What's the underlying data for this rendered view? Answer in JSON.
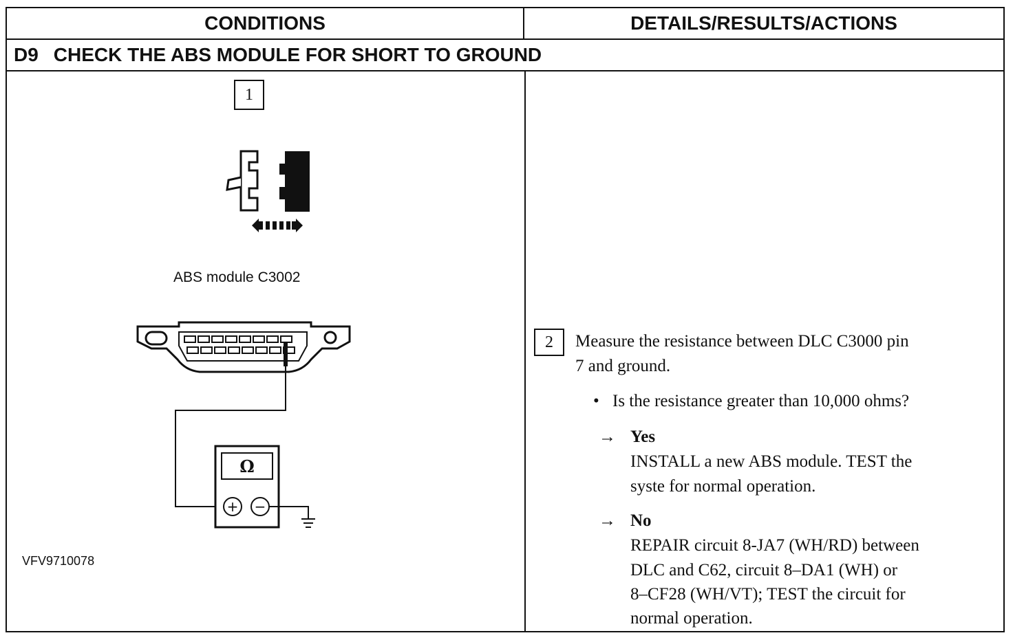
{
  "header": {
    "conditions": "CONDITIONS",
    "details": "DETAILS/RESULTS/ACTIONS"
  },
  "section": {
    "code": "D9",
    "title": "CHECK THE ABS MODULE FOR SHORT TO GROUND"
  },
  "step1": {
    "number": "1",
    "connector_caption": "ABS module C3002"
  },
  "step2": {
    "number": "2",
    "instruction_line1": "Measure the resistance between DLC C3000 pin",
    "instruction_line2": "7 and ground.",
    "question": "Is the resistance greater than 10,000 ohms?",
    "yes": {
      "label": "Yes",
      "line1": "INSTALL a new ABS module. TEST the",
      "line2": "syste for normal operation."
    },
    "no": {
      "label": "No",
      "line1": "REPAIR circuit 8-JA7 (WH/RD) between",
      "line2": "DLC and C62, circuit 8–DA1 (WH) or",
      "line3": "8–CF28 (WH/VT); TEST the circuit for",
      "line4": "normal operation."
    }
  },
  "meter": {
    "symbol": "Ω",
    "plus": "+",
    "minus": "−"
  },
  "figure_id": "VFV9710078",
  "icons": {
    "arrow": "→",
    "bullet": "•"
  }
}
